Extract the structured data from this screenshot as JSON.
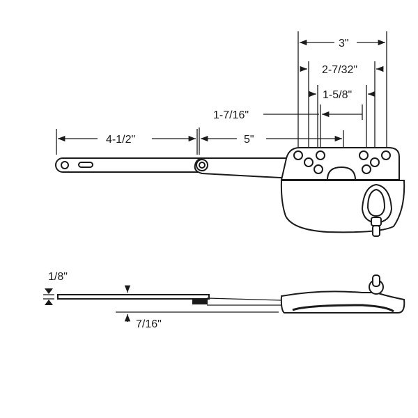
{
  "diagram": {
    "subject": "window casement operator",
    "views": [
      "top view",
      "side view"
    ],
    "line_color": "#1a1a1a",
    "background": "#ffffff"
  },
  "dimensions": {
    "overall_width": "3\"",
    "outer_hole_spacing": "2-7/32\"",
    "inner_hole_spacing": "1-5/8\"",
    "hole_offset": "1-7/16\"",
    "main_arm_length": "5\"",
    "secondary_arm_length": "4-1/2\"",
    "arm_thickness": "1/8\"",
    "arm_drop": "7/16\""
  }
}
